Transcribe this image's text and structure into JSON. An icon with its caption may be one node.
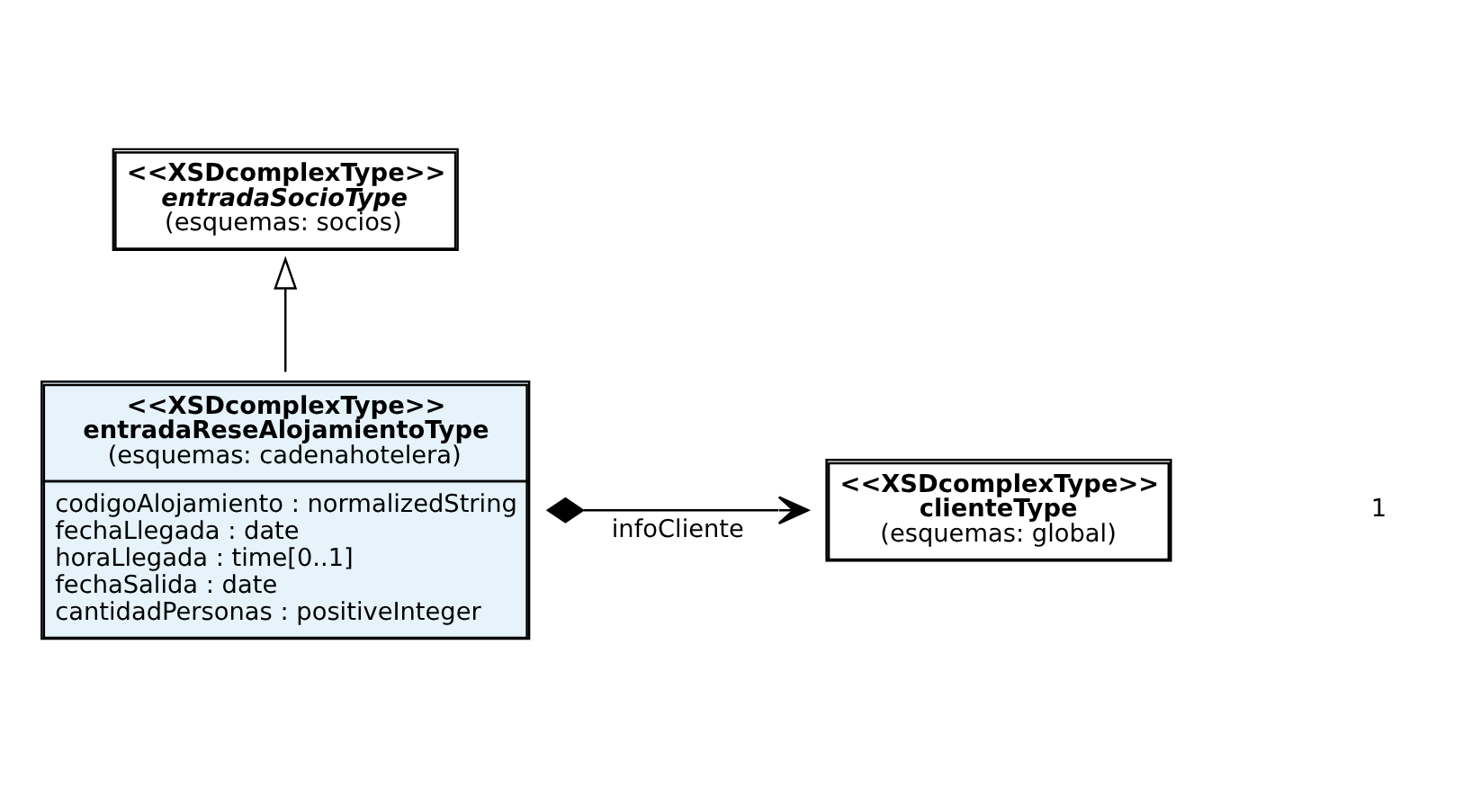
{
  "diagram": {
    "nodes": [
      {
        "text": [
          "<<XSDcomplexType>>",
          "entradaSocioType",
          "(esquemas: socios)"
        ]
      },
      {
        "text": [
          "<<XSDcomplexType>>",
          "entradaReseAlojamientoType",
          "(esquemas: cadenahotelera)",
          "codigoAlojamiento : normalizedString",
          "fechaLlegada : date",
          "horaLlegada : time[0..1]",
          "fechaSalida : date",
          "cantidadPersonas : positiveInteger"
        ]
      },
      {
        "text": [
          "<<XSDcomplexType>>",
          "clienteType",
          "(esquemas: global)"
        ]
      }
    ],
    "edges": [
      {
        "from": 1,
        "to": 0,
        "arrow": "to"
      },
      {
        "from": 1,
        "to": 2,
        "arrow": "to",
        "label": "infoCliente"
      }
    ],
    "labels": [
      "1"
    ]
  }
}
